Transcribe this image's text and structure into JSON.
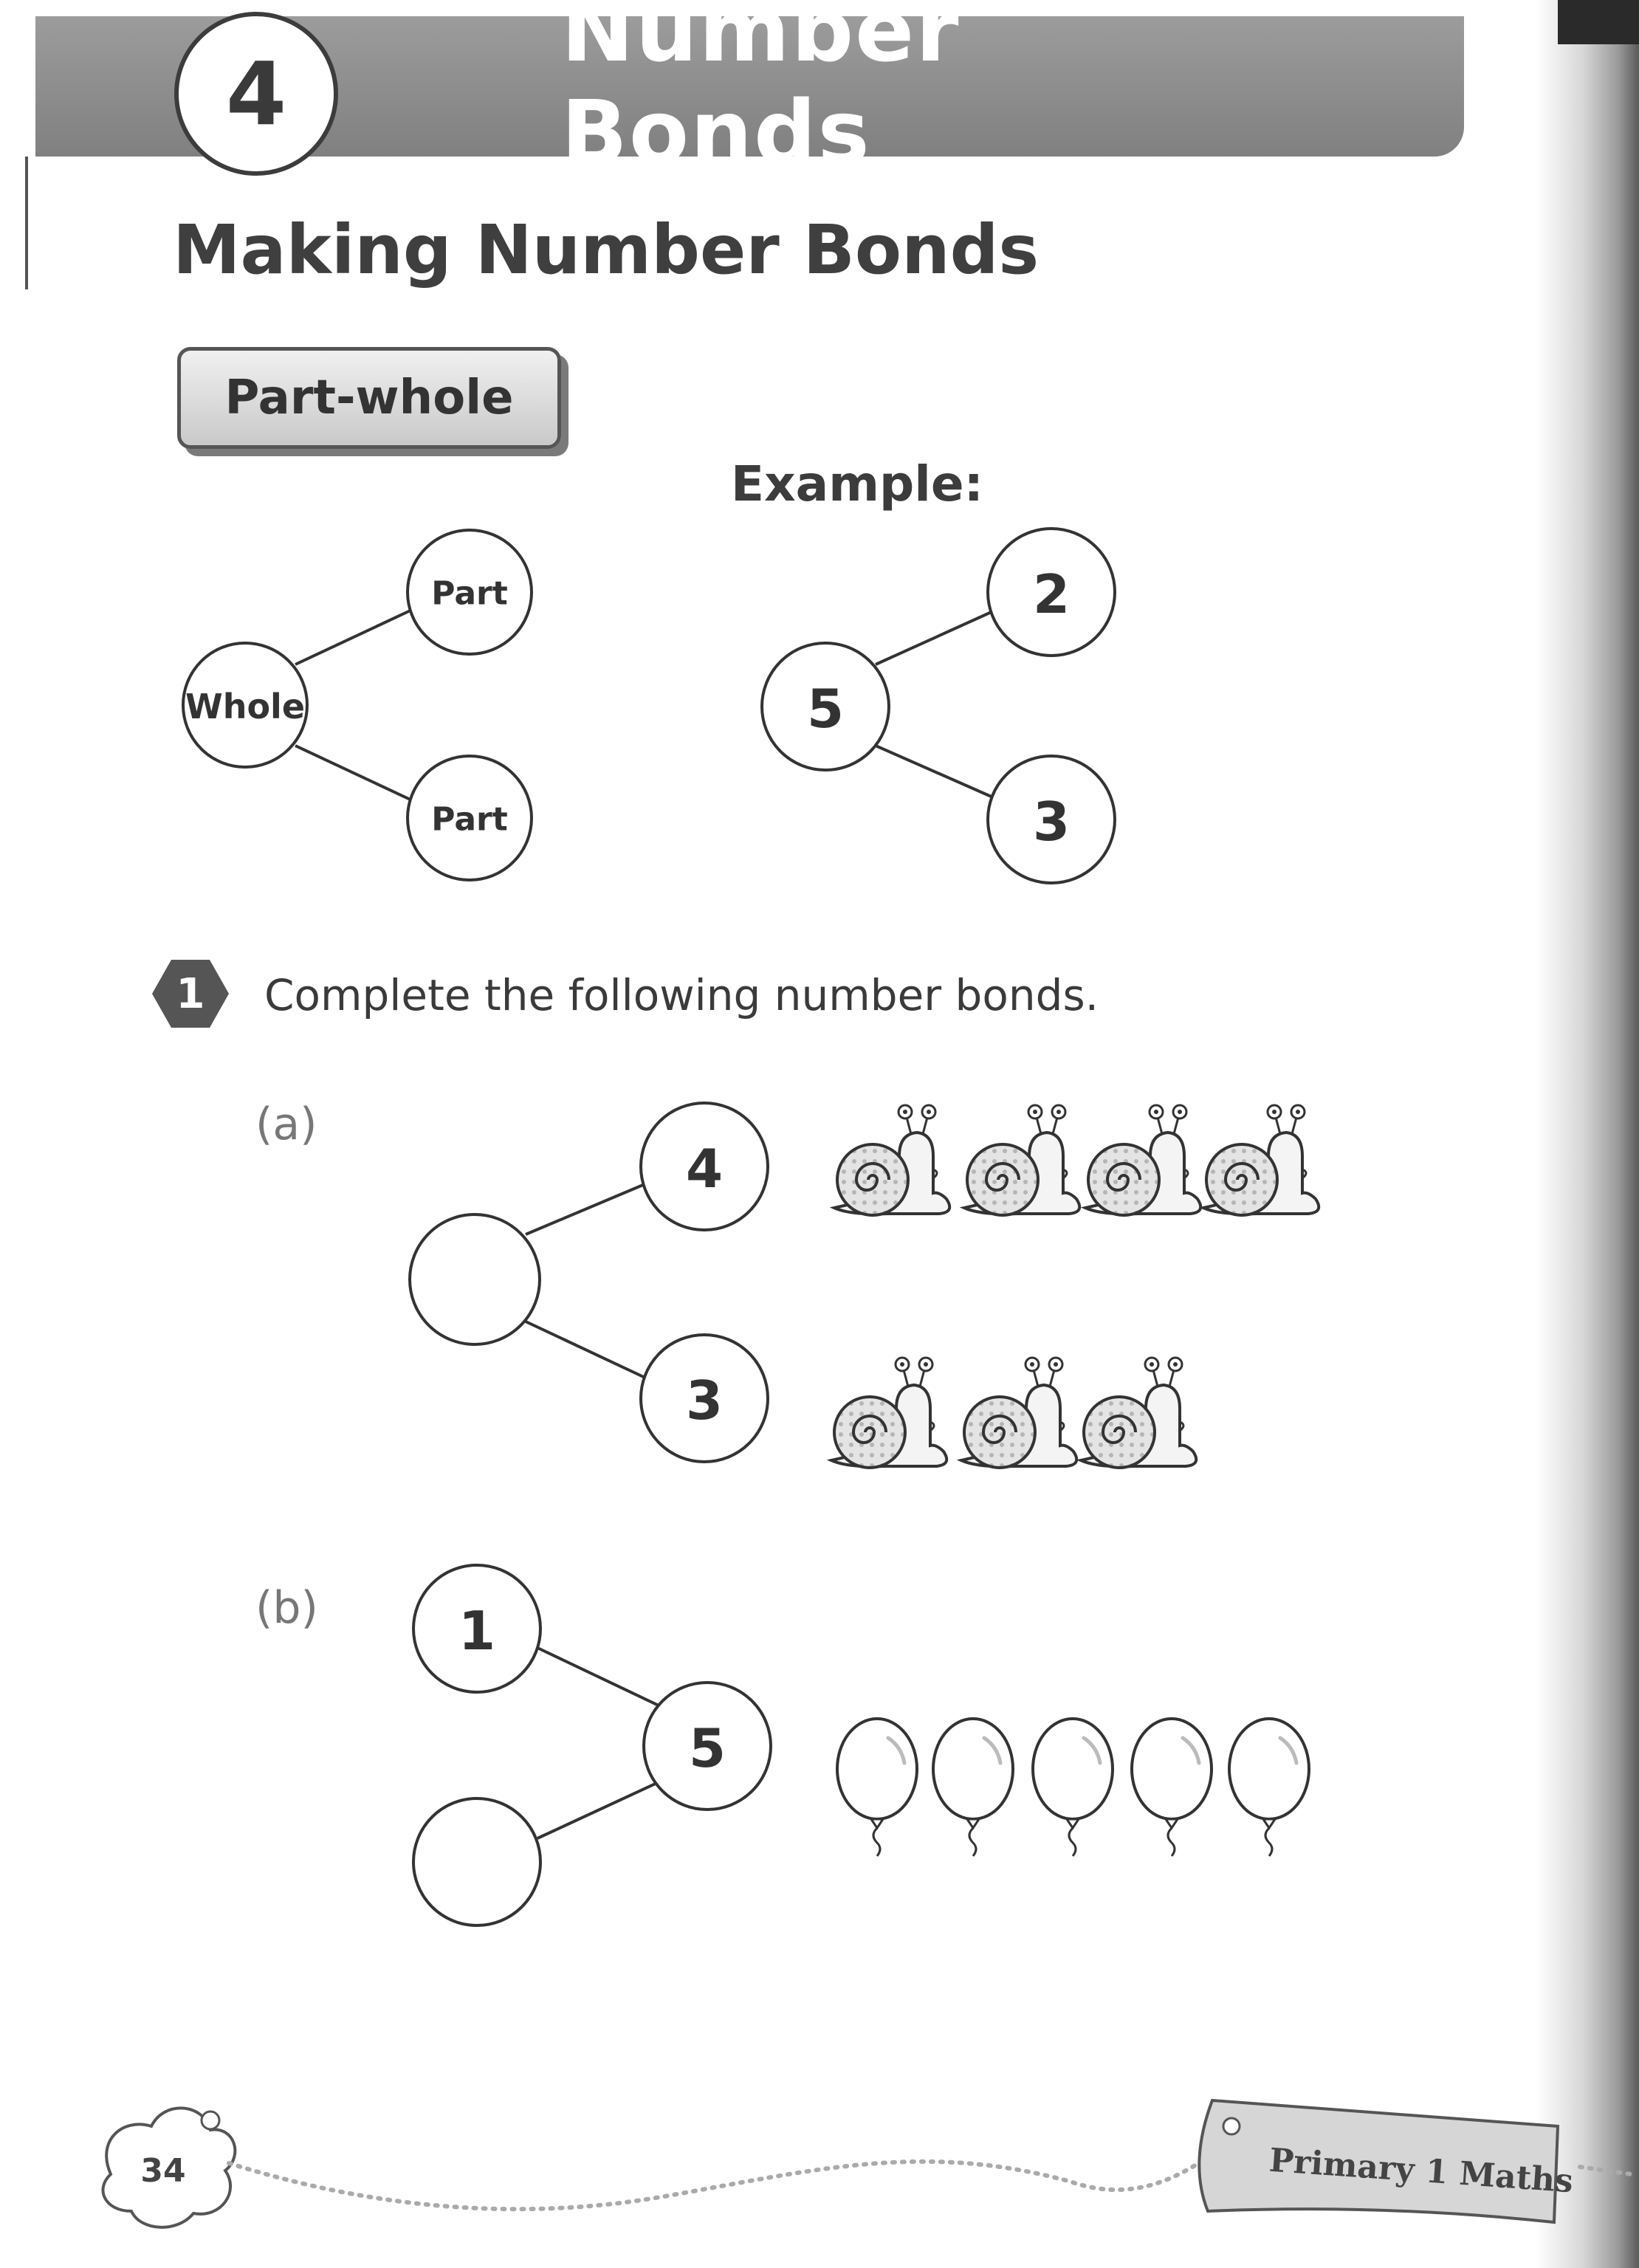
{
  "header": {
    "chapter_number": "4",
    "chapter_title": "Number Bonds"
  },
  "section": {
    "title": "Making Number Bonds",
    "tag": "Part-whole"
  },
  "concept": {
    "whole_label": "Whole",
    "part_label_top": "Part",
    "part_label_bottom": "Part"
  },
  "example": {
    "label": "Example:",
    "whole": "5",
    "part_top": "2",
    "part_bottom": "3"
  },
  "question": {
    "number": "1",
    "instruction": "Complete the following number bonds."
  },
  "parts": [
    {
      "label": "(a)",
      "whole": "",
      "part_top": "4",
      "part_bottom": "3",
      "picture_icon": "snail-icon",
      "picture_counts": [
        4,
        3
      ]
    },
    {
      "label": "(b)",
      "whole": "5",
      "part_top": "1",
      "part_bottom": "",
      "picture_icon": "balloon-icon",
      "picture_counts": [
        5
      ]
    }
  ],
  "footer": {
    "page_number": "34",
    "book_title": "Primary 1 Maths"
  }
}
